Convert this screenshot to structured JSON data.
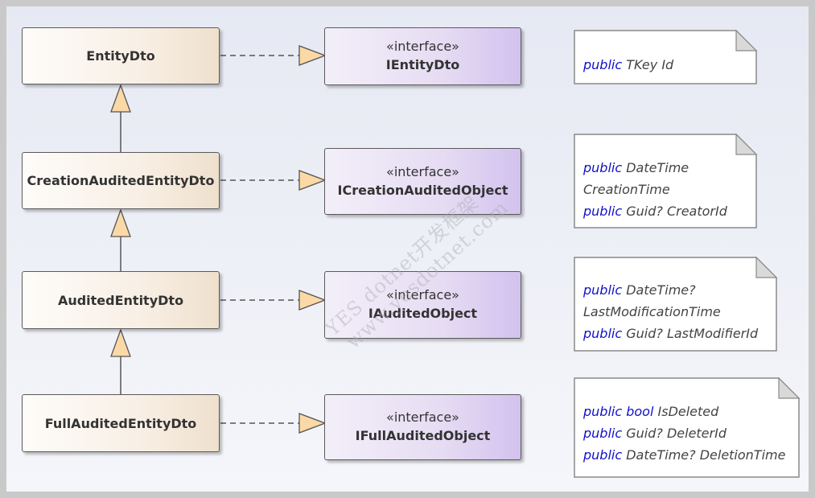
{
  "classes": {
    "entity_dto": "EntityDto",
    "creation_audited_entity_dto": "CreationAuditedEntityDto",
    "audited_entity_dto": "AuditedEntityDto",
    "full_audited_entity_dto": "FullAuditedEntityDto"
  },
  "interfaces": {
    "stereotype": "«interface»",
    "ientity_dto": "IEntityDto",
    "icreation_audited_object": "ICreationAuditedObject",
    "iaudited_object": "IAuditedObject",
    "ifull_audited_object": "IFullAuditedObject"
  },
  "notes": {
    "keyword_public": "public",
    "keyword_bool": "bool",
    "entity": {
      "line1_type": "TKey Id"
    },
    "creation": {
      "line1_type": "DateTime",
      "line2": "CreationTime",
      "line3_type": "Guid? CreatorId"
    },
    "audited": {
      "line1_type": "DateTime?",
      "line2": "LastModificationTime",
      "line3_type": "Guid? LastModifierId"
    },
    "full": {
      "line1_type": "IsDeleted",
      "line2_type": "Guid? DeleterId",
      "line3_type": "DateTime? DeletionTime"
    }
  },
  "watermark": {
    "line1": "YES dotnet开发框架",
    "line2": "www.yesdotnet.com"
  },
  "colors": {
    "keyword": "#1010c8",
    "class_fill": "#f8efe5",
    "interface_fill": "#e6dcf3",
    "background": "#e6e9f3"
  }
}
